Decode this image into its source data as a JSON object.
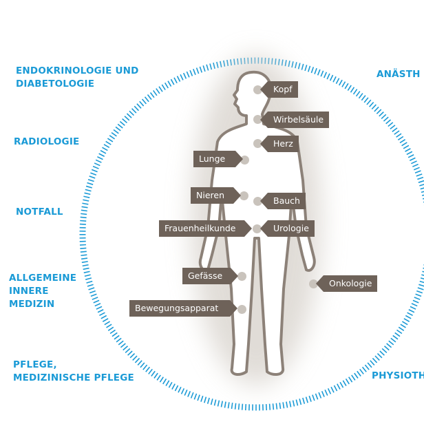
{
  "colors": {
    "accent": "#1a9ad6",
    "tag": "#6e6259",
    "body_outline": "#8c8178",
    "dot": "#c9c3bc"
  },
  "departments": [
    {
      "id": "endokrinologie",
      "text": "ENDOKRINOLOGIE UND\nDIABETOLOGIE"
    },
    {
      "id": "radiologie",
      "text": "RADIOLOGIE"
    },
    {
      "id": "notfall",
      "text": "NOTFALL"
    },
    {
      "id": "allgemeine-innere-medizin",
      "text": "ALLGEMEINE\nINNERE\nMEDIZIN"
    },
    {
      "id": "pflege",
      "text": "PFLEGE,\nMEDIZINISCHE PFLEGE"
    },
    {
      "id": "anaesthesie",
      "text": "ANÄSTH"
    },
    {
      "id": "physiotherapie",
      "text": "PHYSIOTH"
    }
  ],
  "body_parts": [
    {
      "id": "kopf",
      "label": "Kopf"
    },
    {
      "id": "wirbelsaeule",
      "label": "Wirbelsäule"
    },
    {
      "id": "herz",
      "label": "Herz"
    },
    {
      "id": "lunge",
      "label": "Lunge"
    },
    {
      "id": "nieren",
      "label": "Nieren"
    },
    {
      "id": "bauch",
      "label": "Bauch"
    },
    {
      "id": "frauenheilkunde",
      "label": "Frauenheilkunde"
    },
    {
      "id": "urologie",
      "label": "Urologie"
    },
    {
      "id": "gefaesse",
      "label": "Gefässe"
    },
    {
      "id": "onkologie",
      "label": "Onkologie"
    },
    {
      "id": "bewegungsapparat",
      "label": "Bewegungsapparat"
    }
  ]
}
